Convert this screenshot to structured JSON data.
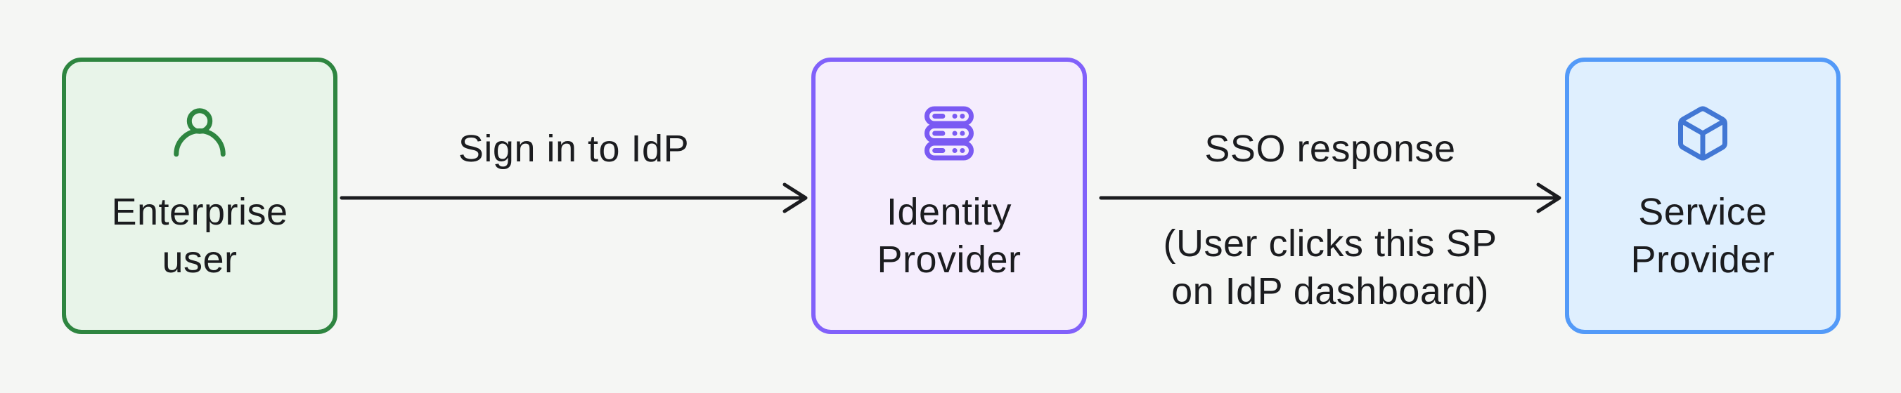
{
  "theme": {
    "background": "#f5f6f4",
    "text": "#1b1c1f",
    "arrow": "#1b1c1f",
    "node_user_border": "#2e8540",
    "node_user_fill": "#e8f4e9",
    "node_user_icon": "#2e8540",
    "node_idp_border": "#8161fa",
    "node_idp_fill": "#f5edfd",
    "node_idp_icon": "#7a5af3",
    "node_sp_border": "#539af8",
    "node_sp_fill": "#dfeffe",
    "node_sp_icon": "#4277d4"
  },
  "nodes": [
    {
      "id": "enterprise-user",
      "icon": "user-icon",
      "lines": [
        "Enterprise",
        "user"
      ]
    },
    {
      "id": "identity-provider",
      "icon": "server-icon",
      "lines": [
        "Identity",
        "Provider"
      ]
    },
    {
      "id": "service-provider",
      "icon": "cube-icon",
      "lines": [
        "Service",
        "Provider"
      ]
    }
  ],
  "edges": [
    {
      "id": "user-to-idp",
      "from": "enterprise-user",
      "to": "identity-provider",
      "label": "Sign in to IdP"
    },
    {
      "id": "idp-to-sp",
      "from": "identity-provider",
      "to": "service-provider",
      "label": "SSO response",
      "sublabel_lines": [
        "(User clicks this SP",
        "on IdP dashboard)"
      ]
    }
  ]
}
